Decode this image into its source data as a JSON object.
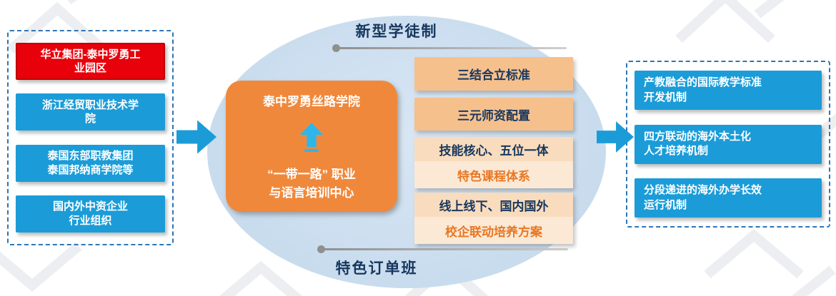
{
  "left_panel": {
    "items": [
      {
        "label": "华立集团-泰中罗勇工\n业园区"
      },
      {
        "label": "浙江经贸职业技术学\n院"
      },
      {
        "label": "泰国东部职教集团\n泰国邦纳商学院等"
      },
      {
        "label": "国内外中资企业\n行业组织"
      }
    ]
  },
  "center": {
    "top_label": "新型学徒制",
    "bottom_label": "特色订单班",
    "college": {
      "title": "泰中罗勇丝路学院",
      "subtitle": "“一带一路” 职业\n与语言培训中心"
    },
    "programs": [
      {
        "line1": "三结合立标准"
      },
      {
        "line1": "三元师资配置"
      },
      {
        "line1": "技能核心、五位一体",
        "line2": "特色课程体系"
      },
      {
        "line1": "线上线下、国内国外",
        "line2": "校企联动培养方案"
      }
    ]
  },
  "right_panel": {
    "items": [
      {
        "label": "产教融合的国际教学标准\n开发机制"
      },
      {
        "label": "四方联动的海外本土化\n人才培养机制"
      },
      {
        "label": "分段递进的海外办学长效\n运行机制"
      }
    ]
  },
  "colors": {
    "blue_box": "#1B9CD8",
    "red_box": "#E8000B",
    "navy_text": "#17375E",
    "orange_box": "#F0883B",
    "peach_box": "#F6C08D",
    "orange_text": "#E87722",
    "ellipse_fill": "#C7DBED",
    "dashed_border": "#2E75B6",
    "arrow": "#1B9CD8",
    "up_arrow": "#2EB6EA"
  }
}
